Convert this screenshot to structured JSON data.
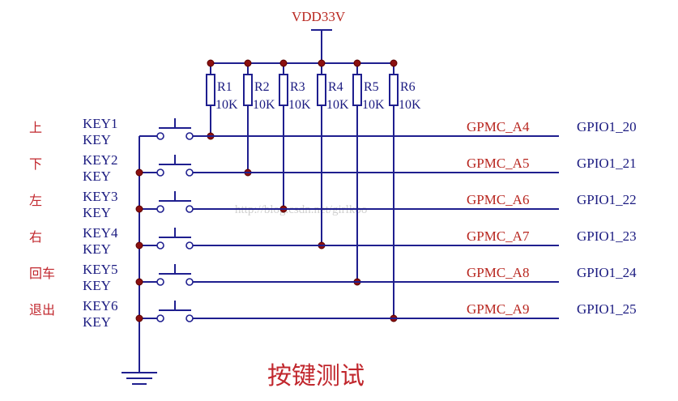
{
  "supply": {
    "label": "VDD33V"
  },
  "title": "按键测试",
  "watermark": "http://blog.csdn.net/girlkoo",
  "resistors": [
    {
      "ref": "R1",
      "value": "10K"
    },
    {
      "ref": "R2",
      "value": "10K"
    },
    {
      "ref": "R3",
      "value": "10K"
    },
    {
      "ref": "R4",
      "value": "10K"
    },
    {
      "ref": "R5",
      "value": "10K"
    },
    {
      "ref": "R6",
      "value": "10K"
    }
  ],
  "keys": [
    {
      "name": "上",
      "key": "KEY1",
      "sub": "KEY",
      "net": "GPMC_A4",
      "gpio": "GPIO1_20"
    },
    {
      "name": "下",
      "key": "KEY2",
      "sub": "KEY",
      "net": "GPMC_A5",
      "gpio": "GPIO1_21"
    },
    {
      "name": "左",
      "key": "KEY3",
      "sub": "KEY",
      "net": "GPMC_A6",
      "gpio": "GPIO1_22"
    },
    {
      "name": "右",
      "key": "KEY4",
      "sub": "KEY",
      "net": "GPMC_A7",
      "gpio": "GPIO1_23"
    },
    {
      "name": "回车",
      "key": "KEY5",
      "sub": "KEY",
      "net": "GPMC_A8",
      "gpio": "GPIO1_24"
    },
    {
      "name": "退出",
      "key": "KEY6",
      "sub": "KEY",
      "net": "GPMC_A9",
      "gpio": "GPIO1_25"
    }
  ]
}
